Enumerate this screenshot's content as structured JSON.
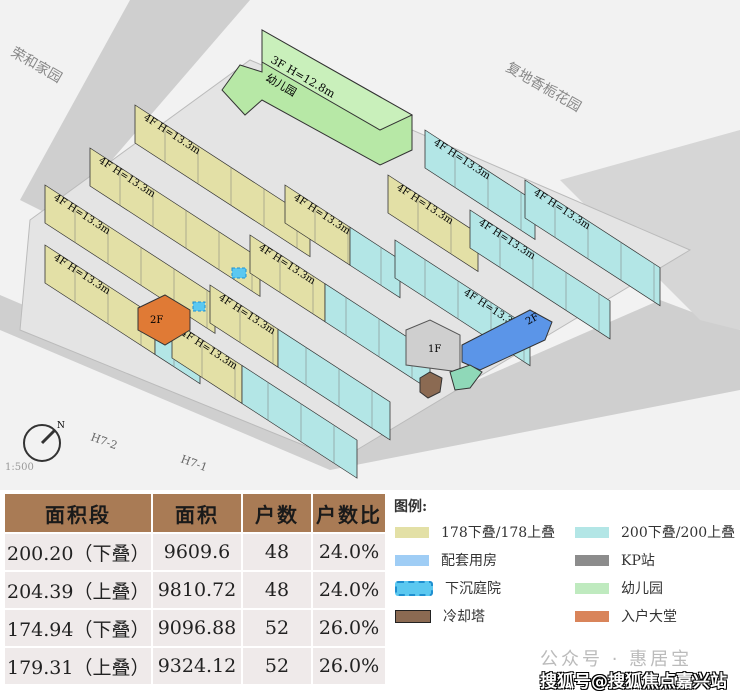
{
  "map": {
    "neighbors": [
      "荣和家园",
      "复地香栀花园"
    ],
    "kindergarten_label": [
      "3F H=12.8m",
      "幼儿园"
    ],
    "building_label": "4F H=13.3m",
    "small_labels": {
      "entrance": "2F",
      "facility": "2F",
      "kp": "1F"
    },
    "roads": [
      "H7-2",
      "H7-1"
    ],
    "scale": "1:500",
    "north": "N"
  },
  "table": {
    "headers": [
      "面积段",
      "面积",
      "户数",
      "户数比"
    ],
    "rows": [
      [
        "200.20（下叠）",
        "9609.6",
        "48",
        "24.0%"
      ],
      [
        "204.39（上叠）",
        "9810.72",
        "48",
        "24.0%"
      ],
      [
        "174.94（下叠）",
        "9096.88",
        "52",
        "26.0%"
      ],
      [
        "179.31（上叠）",
        "9324.12",
        "52",
        "26.0%"
      ]
    ]
  },
  "legend": {
    "title": "图例:",
    "items": [
      {
        "label": "178下叠/178上叠",
        "color": "#e3e0a6"
      },
      {
        "label": "200下叠/200上叠",
        "color": "#b3e6e6"
      },
      {
        "label": "配套用房",
        "color": "#9fcdf5"
      },
      {
        "label": "KP站",
        "color": "#8c8c8c"
      },
      {
        "label": "下沉庭院",
        "color": "#5bc8f0"
      },
      {
        "label": "幼儿园",
        "color": "#bfeabf"
      },
      {
        "label": "冷却塔",
        "color": "#8b6a52"
      },
      {
        "label": "入户大堂",
        "color": "#d9845a"
      }
    ]
  },
  "watermark": {
    "line1": "公众号 · 惠居宝",
    "line2": "搜狐号@搜狐焦点嘉兴站"
  }
}
